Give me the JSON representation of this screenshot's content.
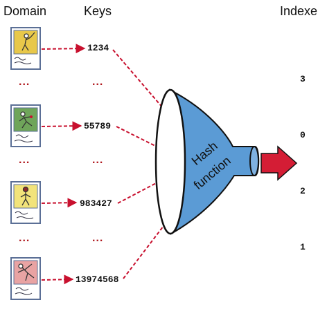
{
  "headers": {
    "domain": "Domain",
    "keys": "Keys",
    "indexes": "Indexe"
  },
  "keys": [
    "1234",
    "55789",
    "983427",
    "13974568"
  ],
  "ellipsis": "...",
  "hash_function": {
    "line1": "Hash",
    "line2": "function"
  },
  "indexes": [
    "3",
    "0",
    "2",
    "1"
  ],
  "colors": {
    "arrow": "#c8102e",
    "funnel": "#5b9bd5",
    "output_arrow": "#d41d35",
    "card_border": "#5b6f96"
  },
  "domain_items": [
    {
      "name": "baseball-card-batter",
      "icon": "baseball-card-icon",
      "bg": "#e8c84a"
    },
    {
      "name": "baseball-card-fielder",
      "icon": "baseball-card-icon",
      "bg": "#6fa55a"
    },
    {
      "name": "baseball-card-catcher",
      "icon": "baseball-card-icon",
      "bg": "#f2e37a"
    },
    {
      "name": "baseball-card-pitcher",
      "icon": "baseball-card-icon",
      "bg": "#e9a3a3"
    }
  ]
}
